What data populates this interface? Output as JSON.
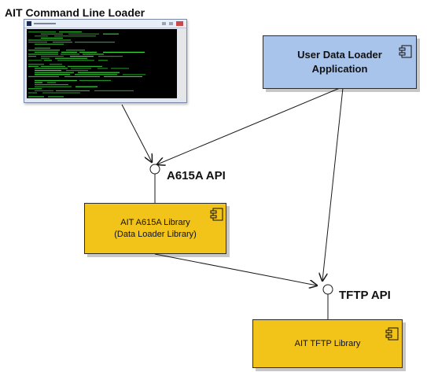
{
  "diagram": {
    "cli_title": "AIT Command Line Loader",
    "user_app": {
      "line1": "User Data Loader",
      "line2": "Application"
    },
    "a615a_api_label": "A615A API",
    "a615a_library": {
      "line1": "AIT A615A Library",
      "line2": "(Data Loader Library)"
    },
    "tftp_api_label": "TFTP API",
    "tftp_library": {
      "line1": "AIT TFTP Library"
    }
  },
  "colors": {
    "user_app_fill": "#a9c4eb",
    "library_fill": "#f2c318",
    "console_text": "#39e639"
  },
  "icons": [
    "component-icon",
    "interface-lollipop-icon",
    "arrow-icon",
    "console-window-icon"
  ]
}
